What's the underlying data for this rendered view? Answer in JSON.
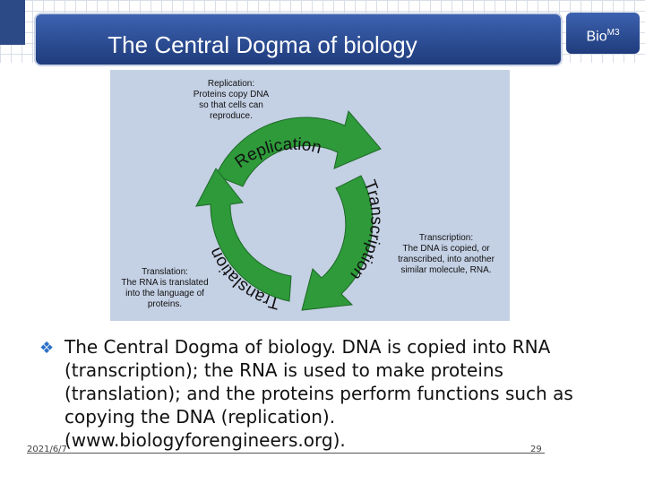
{
  "header": {
    "title": "The Central Dogma of biology",
    "logo_text": "Bio",
    "logo_sup": "M3"
  },
  "figure": {
    "arrows": {
      "replication": "Replication",
      "transcription": "Transcription",
      "translation": "Translation"
    },
    "captions": {
      "replication": [
        "Replication:",
        "Proteins copy DNA",
        "so that cells can",
        "reproduce."
      ],
      "transcription": [
        "Transcription:",
        "The DNA is copied, or",
        "transcribed, into another",
        "similar molecule, RNA."
      ],
      "translation": [
        "Translation:",
        "The RNA is translated",
        "into the language of",
        "proteins."
      ]
    }
  },
  "body": {
    "bullet_text": "The Central Dogma of biology.  DNA is copied into RNA (transcription); the RNA is used to make proteins (translation); and the proteins perform functions such as copying the DNA (replication).  (www.biologyforengineers.org)."
  },
  "footer": {
    "date": "2021/6/7",
    "page": "29"
  },
  "colors": {
    "arrow": "#2e9a3a",
    "title_bar": "#2c4a86",
    "bullet": "#2c6fc6"
  },
  "icons": {
    "bullet": "diamond-bullet-icon"
  }
}
